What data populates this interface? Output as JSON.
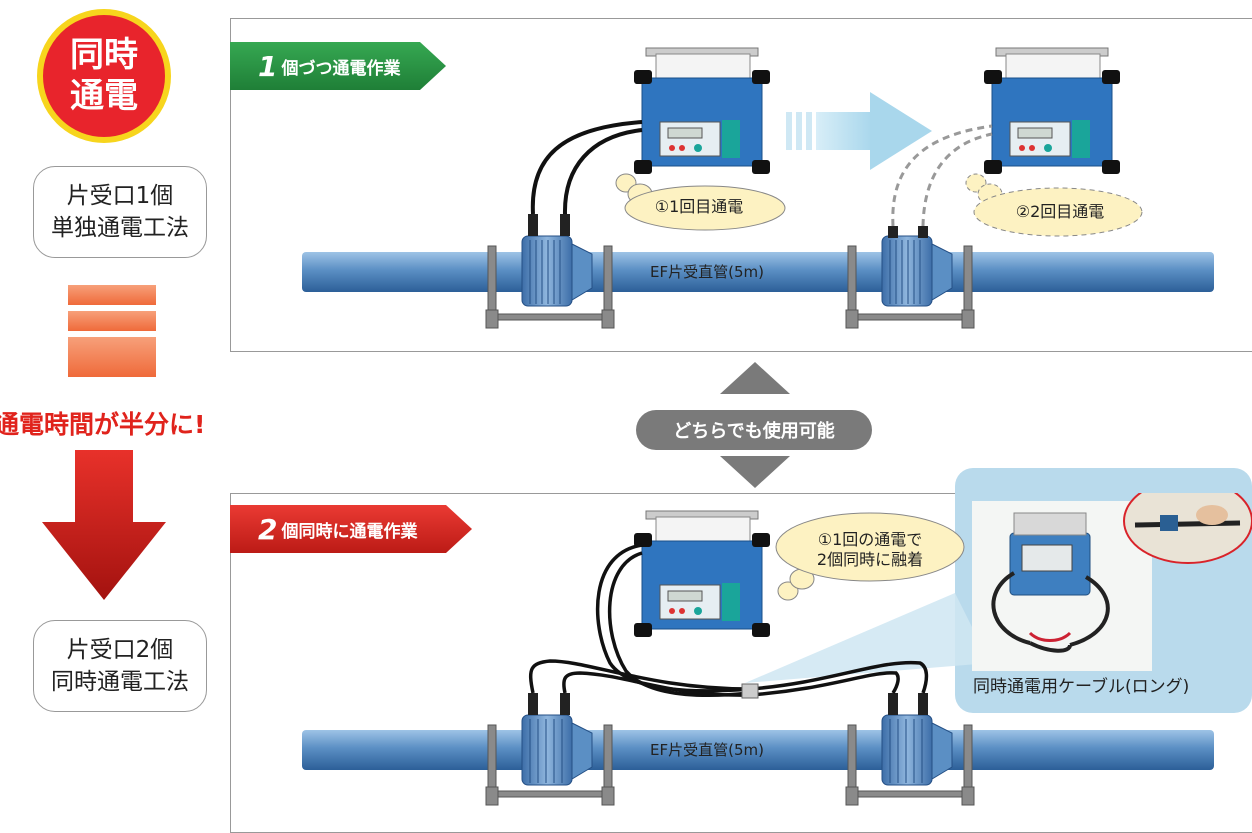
{
  "badge": {
    "line1": "同時",
    "line2": "通電"
  },
  "method_single": {
    "line1": "片受口1個",
    "line2": "単独通電工法"
  },
  "method_dual": {
    "line1": "片受口2個",
    "line2": "同時通電工法"
  },
  "halve_text": "通電時間が半分に!",
  "both_usable": "どちらでも使用可能",
  "panel_top": {
    "tag_number": "1",
    "tag_label": "個づつ通電作業",
    "bubble_1": "①1回目通電",
    "bubble_2": "②2回目通電",
    "pipe_label": "EF片受直管(5m)"
  },
  "panel_bottom": {
    "tag_number": "2",
    "tag_label": "個同時に通電作業",
    "bubble_line1": "①1回の通電で",
    "bubble_line2": "2個同時に融着",
    "pipe_label": "EF片受直管(5m)",
    "photo_caption": "同時通電用ケーブル(ロング)"
  },
  "colors": {
    "red": "#e8242c",
    "yellow": "#f7d51d",
    "green": "#2e9b47",
    "pipe_blue": "#5b8fc4",
    "machine_blue": "#2f75bf",
    "photo_bg": "#b9daec",
    "arrow_light": "#a9d7ec"
  }
}
